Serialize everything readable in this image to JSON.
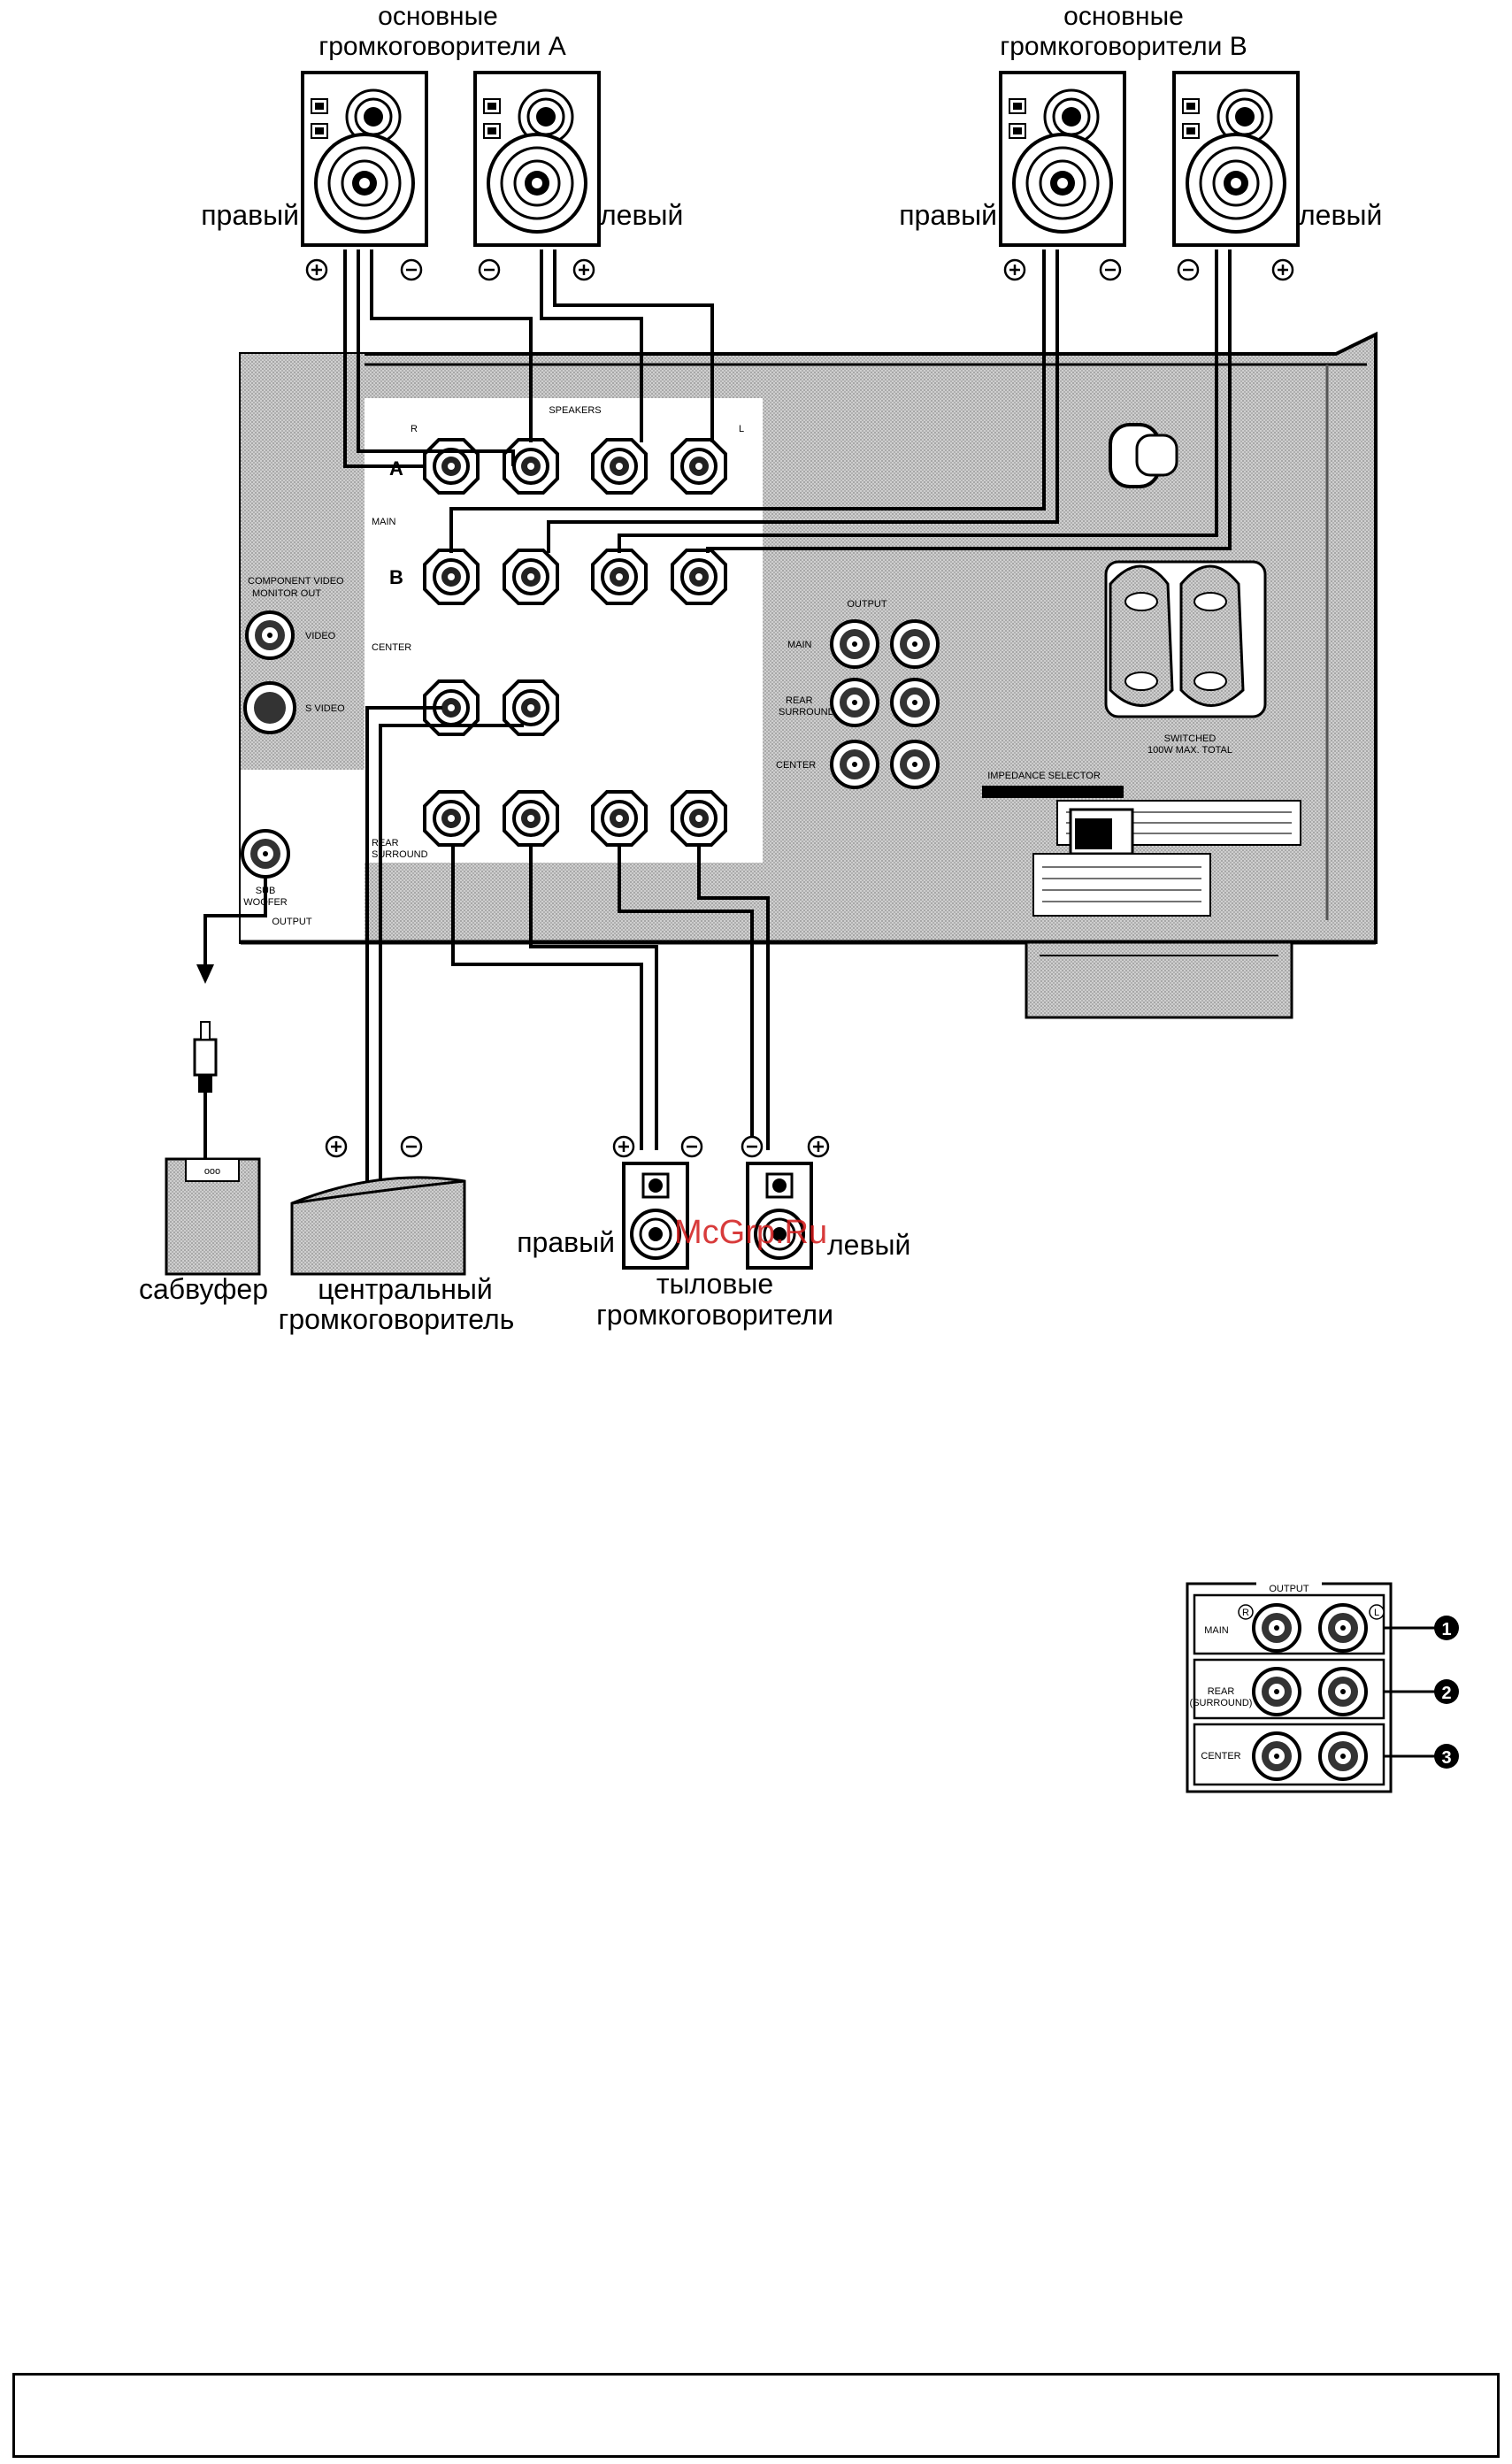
{
  "speakers_a": {
    "title_line1": "основные",
    "title_line2": "громкоговорители A",
    "right_label": "правый",
    "left_label": "левый"
  },
  "speakers_b": {
    "title_line1": "основные",
    "title_line2": "громкоговорители B",
    "right_label": "правый",
    "left_label": "левый"
  },
  "subwoofer": {
    "label": "сабвуфер"
  },
  "center_speaker": {
    "label_line1": "центральный",
    "label_line2": "громкоговоритель"
  },
  "rear_speakers": {
    "right_label": "правый",
    "left_label": "левый",
    "label_line1": "тыловые",
    "label_line2": "громкоговорители"
  },
  "panel": {
    "speakers_header": "SPEAKERS",
    "row_a": "A",
    "row_b": "B",
    "main": "MAIN",
    "center": "CENTER",
    "rear_surround_1": "REAR",
    "rear_surround_2": "SURROUND",
    "r_mark": "R",
    "l_mark": "L",
    "component_video_1": "COMPONENT VIDEO",
    "component_video_2": "MONITOR OUT",
    "video": "VIDEO",
    "s_video": "S VIDEO",
    "sub_woofer_1": "SUB",
    "sub_woofer_2": "WOOFER",
    "sub_output": "OUTPUT",
    "output_header": "OUTPUT",
    "output_main": "MAIN",
    "output_rear_1": "REAR",
    "output_rear_2": "SURROUND",
    "output_center": "CENTER",
    "impedance_selector": "IMPEDANCE SELECTOR",
    "switched_1": "SWITCHED",
    "switched_2": "100W MAX. TOTAL"
  },
  "output_detail": {
    "header": "OUTPUT",
    "main": "MAIN",
    "rear_1": "REAR",
    "rear_2": "(SURROUND)",
    "center": "CENTER",
    "r_mark": "R",
    "l_mark": "L",
    "callouts": [
      "1",
      "2",
      "3"
    ]
  },
  "watermark": "McGrp.Ru",
  "colors": {
    "ink": "#000000",
    "panel": "#d4d4d4",
    "dark": "#555555",
    "watermark": "#d21919"
  }
}
